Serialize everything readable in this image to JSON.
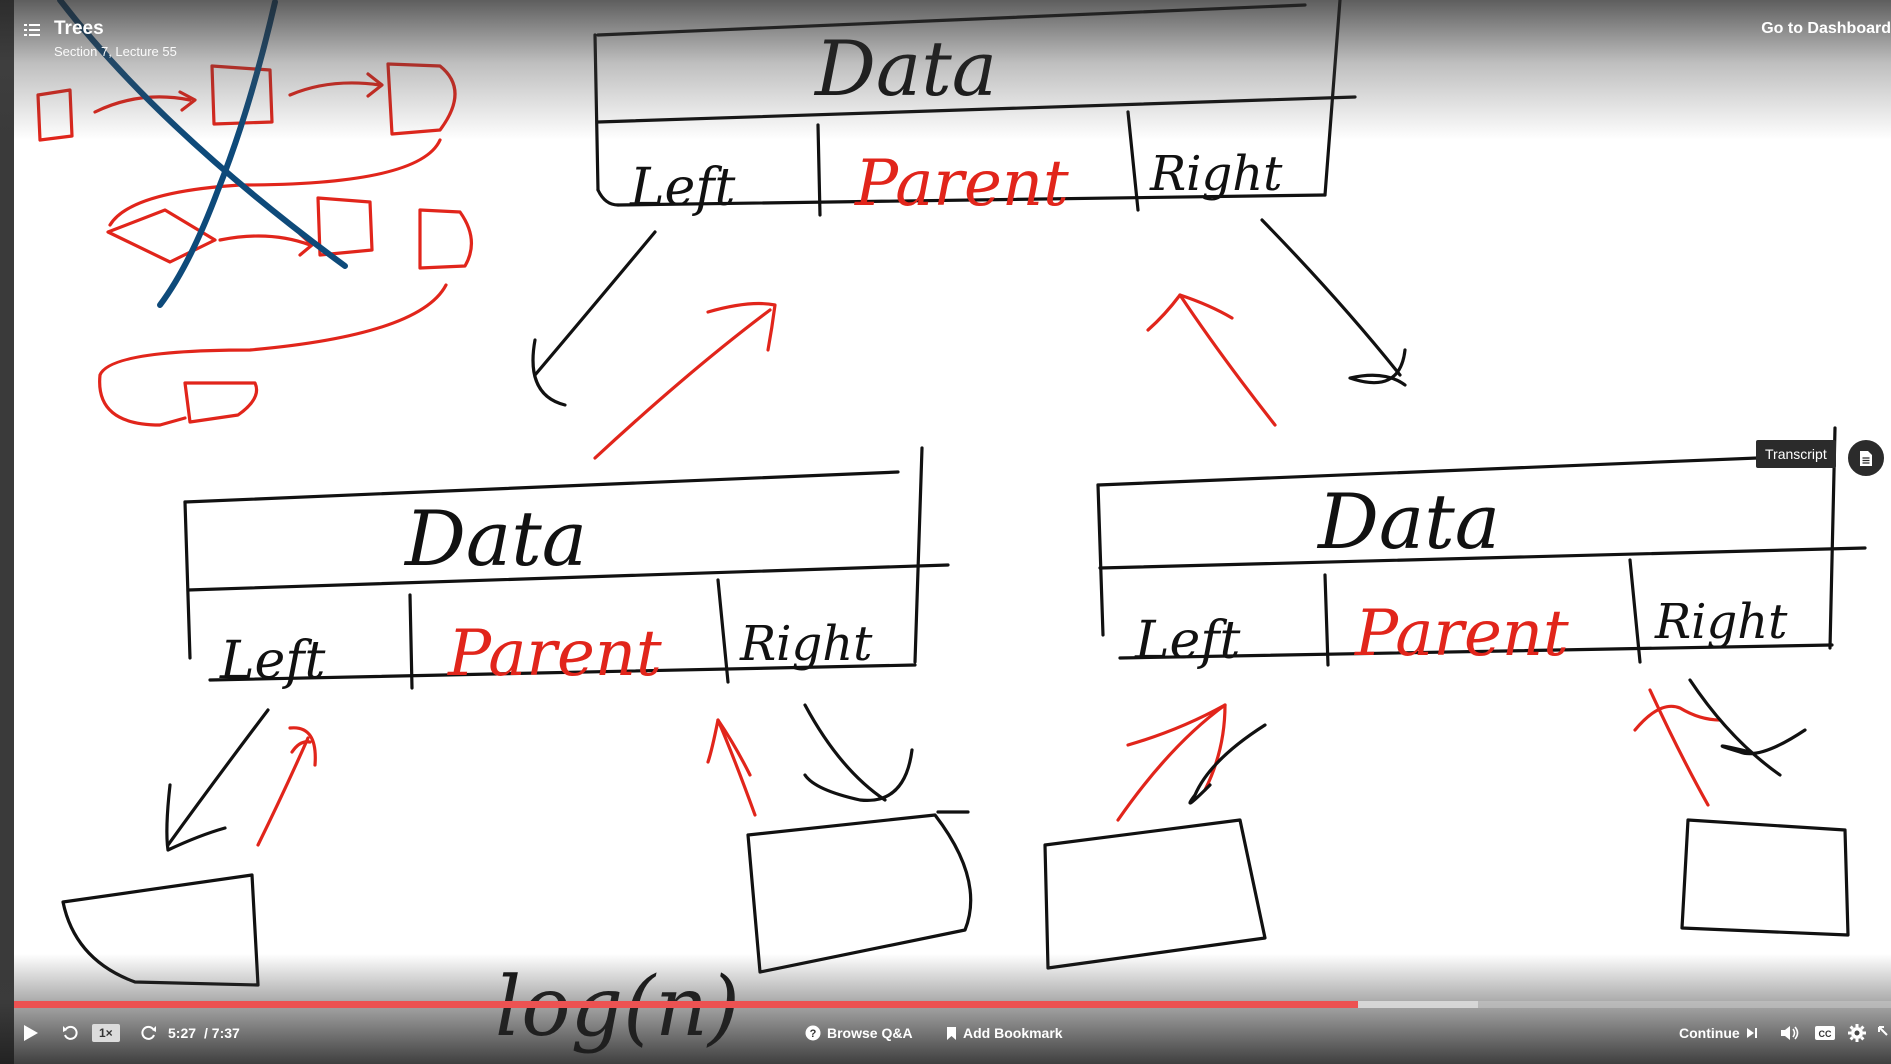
{
  "lecture": {
    "title": "Trees",
    "subtitle": "Section 7, Lecture 55"
  },
  "header": {
    "dashboard_link": "Go to Dashboard",
    "transcript_tooltip": "Transcript"
  },
  "whiteboard": {
    "node_field_data": "Data",
    "node_field_left": "Left",
    "node_field_parent": "Parent",
    "node_field_right": "Right",
    "complexity_note": "log(n)",
    "ink_colors": {
      "black": "#111111",
      "red": "#e1251b",
      "blue": "#0e4a7a"
    }
  },
  "player": {
    "speed": "1×",
    "current_time": "5:27",
    "duration": "/ 7:37",
    "progress_fraction": 0.716,
    "buffered_fraction": 0.78,
    "progress_color": "#ec5252",
    "browse_qa": "Browse Q&A",
    "add_bookmark": "Add Bookmark",
    "continue": "Continue"
  },
  "icons": {
    "menu": "list-icon",
    "transcript": "document-icon",
    "play": "play-icon",
    "rewind": "rewind-icon",
    "forward": "forward-icon",
    "qa": "question-circle-icon",
    "bookmark": "bookmark-icon",
    "next": "skip-next-icon",
    "volume": "volume-icon",
    "captions": "cc-icon",
    "settings": "gear-icon",
    "fullscreen": "expand-icon"
  }
}
